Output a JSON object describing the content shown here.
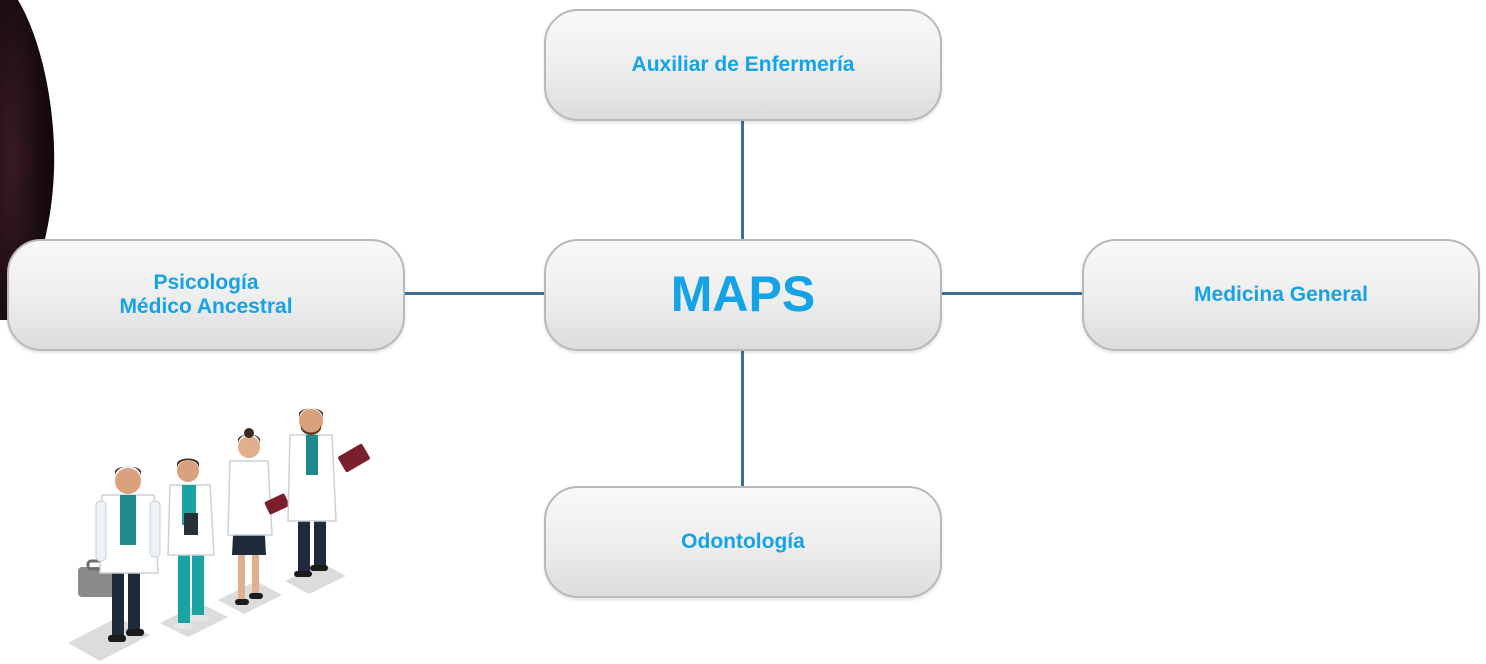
{
  "diagram": {
    "center": {
      "label": "MAPS"
    },
    "top": {
      "label": "Auxiliar de Enfermería"
    },
    "left": {
      "line1": "Psicología",
      "line2": "Médico Ancestral"
    },
    "right": {
      "label": "Medicina General"
    },
    "bottom": {
      "label": "Odontología"
    }
  },
  "colors": {
    "label_text": "#14a3e6",
    "connector": "#3f6f96",
    "node_border": "#b9b9b9"
  },
  "illustration": {
    "icon": "medical-team-illustration"
  }
}
